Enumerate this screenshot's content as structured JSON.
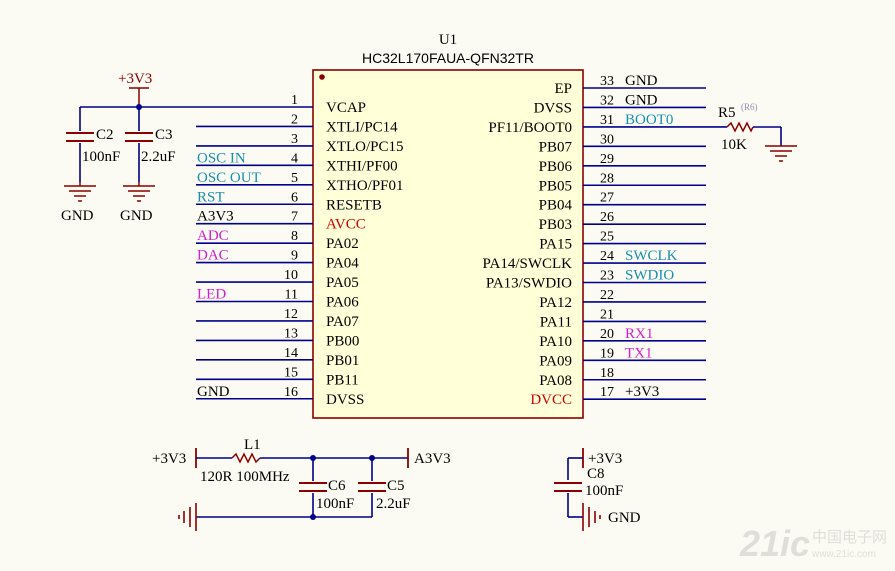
{
  "colors": {
    "wire": "#00008a",
    "part": "#8b0000",
    "text_dark": "#000000",
    "net_cyan": "#1a8fb0",
    "net_magenta": "#d020d0",
    "power_red": "#d00000",
    "background": "#fbfbf3"
  },
  "ic": {
    "designator": "U1",
    "part_number": "HC32L170FAUA-QFN32TR",
    "left_pins": [
      {
        "num": "1",
        "name": "VCAP",
        "net": ""
      },
      {
        "num": "2",
        "name": "XTLI/PC14",
        "net": ""
      },
      {
        "num": "3",
        "name": "XTLO/PC15",
        "net": ""
      },
      {
        "num": "4",
        "name": "XTHI/PF00",
        "net": "OSC_IN"
      },
      {
        "num": "5",
        "name": "XTHO/PF01",
        "net": "OSC_OUT"
      },
      {
        "num": "6",
        "name": "RESETB",
        "net": "RST"
      },
      {
        "num": "7",
        "name": "AVCC",
        "net": "A3V3"
      },
      {
        "num": "8",
        "name": "PA02",
        "net": "ADC"
      },
      {
        "num": "9",
        "name": "PA04",
        "net": "DAC"
      },
      {
        "num": "10",
        "name": "PA05",
        "net": ""
      },
      {
        "num": "11",
        "name": "PA06",
        "net": "LED"
      },
      {
        "num": "12",
        "name": "PA07",
        "net": ""
      },
      {
        "num": "13",
        "name": "PB00",
        "net": ""
      },
      {
        "num": "14",
        "name": "PB01",
        "net": ""
      },
      {
        "num": "15",
        "name": "PB11",
        "net": ""
      },
      {
        "num": "16",
        "name": "DVSS",
        "net": "GND"
      }
    ],
    "right_pins": [
      {
        "num": "33",
        "name": "EP",
        "net": "GND"
      },
      {
        "num": "32",
        "name": "DVSS",
        "net": "GND"
      },
      {
        "num": "31",
        "name": "PF11/BOOT0",
        "net": "BOOT0"
      },
      {
        "num": "30",
        "name": "PB07",
        "net": ""
      },
      {
        "num": "29",
        "name": "PB06",
        "net": ""
      },
      {
        "num": "28",
        "name": "PB05",
        "net": ""
      },
      {
        "num": "27",
        "name": "PB04",
        "net": ""
      },
      {
        "num": "26",
        "name": "PB03",
        "net": ""
      },
      {
        "num": "25",
        "name": "PA15",
        "net": ""
      },
      {
        "num": "24",
        "name": "PA14/SWCLK",
        "net": "SWCLK"
      },
      {
        "num": "23",
        "name": "PA13/SWDIO",
        "net": "SWDIO"
      },
      {
        "num": "22",
        "name": "PA12",
        "net": ""
      },
      {
        "num": "21",
        "name": "PA11",
        "net": ""
      },
      {
        "num": "20",
        "name": "PA10",
        "net": "RX1"
      },
      {
        "num": "19",
        "name": "PA09",
        "net": "TX1"
      },
      {
        "num": "18",
        "name": "PA08",
        "net": ""
      },
      {
        "num": "17",
        "name": "DVCC",
        "net": "+3V3"
      }
    ]
  },
  "components": {
    "c2": {
      "ref": "C2",
      "value": "100nF"
    },
    "c3": {
      "ref": "C3",
      "value": "2.2uF"
    },
    "r5": {
      "ref": "R5",
      "ref_alt": "(R6)",
      "value": "10K"
    },
    "l1": {
      "ref": "L1",
      "value": "120R 100MHz"
    },
    "c6": {
      "ref": "C6",
      "value": "100nF"
    },
    "c5": {
      "ref": "C5",
      "value": "2.2uF"
    },
    "c8": {
      "ref": "C8",
      "value": "100nF"
    }
  },
  "power": {
    "v3v3": "+3V3",
    "a3v3": "A3V3",
    "gnd": "GND"
  },
  "watermark": {
    "logo": "21ic",
    "text": "中国电子网",
    "url": "www.21ic.com"
  }
}
